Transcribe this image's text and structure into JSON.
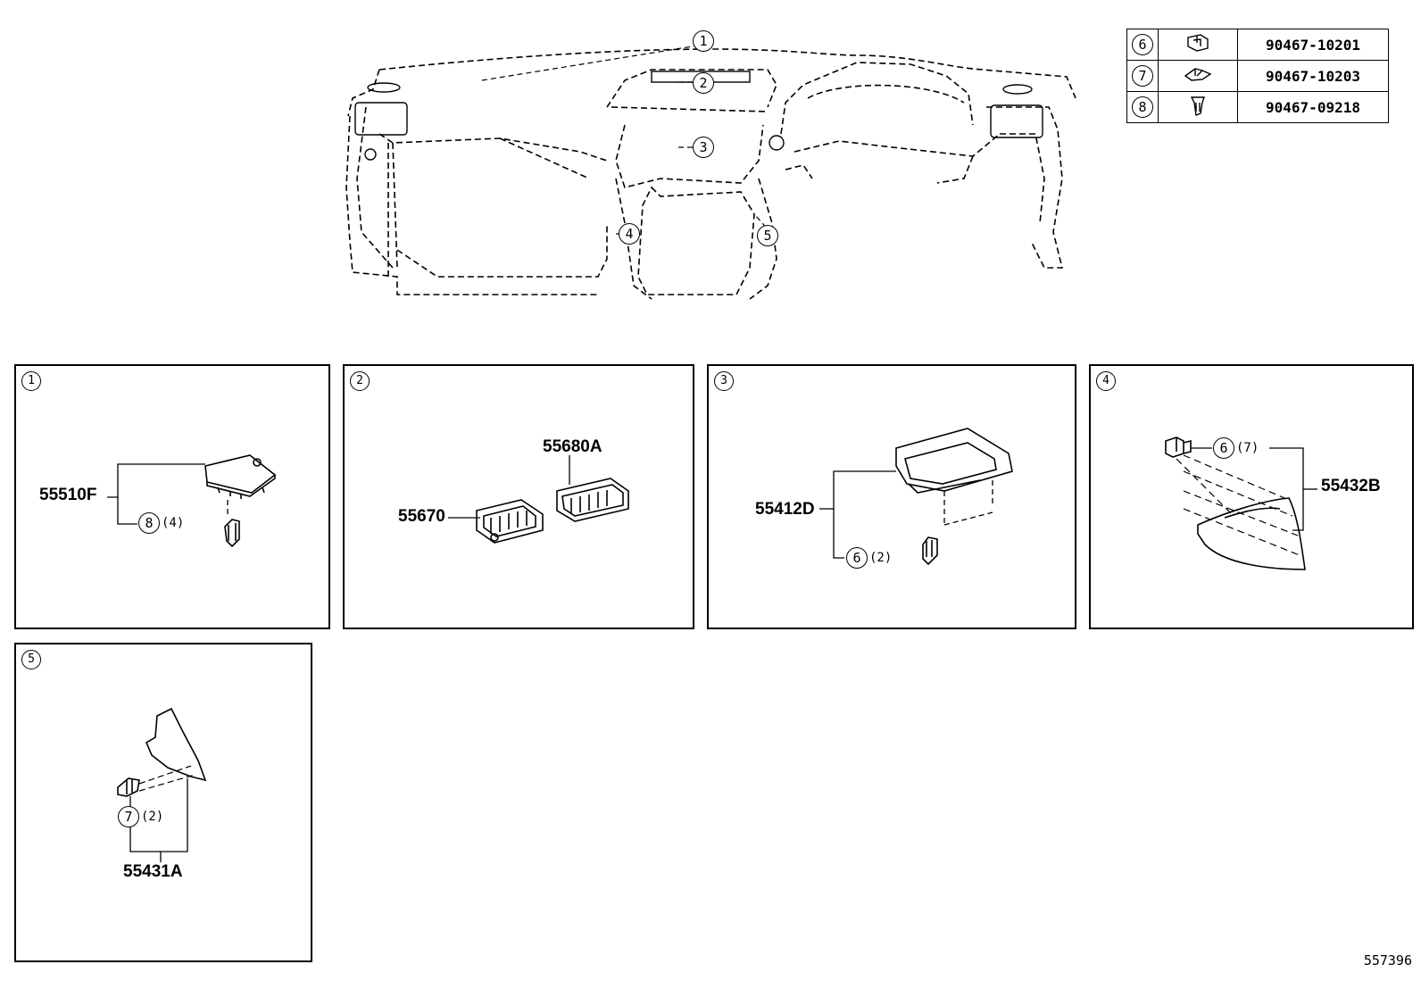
{
  "overview": {
    "callouts": [
      "1",
      "2",
      "3",
      "4",
      "5"
    ]
  },
  "legend": [
    {
      "ref": "6",
      "icon": "clip-icon",
      "part": "90467-10201"
    },
    {
      "ref": "7",
      "icon": "clip-icon",
      "part": "90467-10203"
    },
    {
      "ref": "8",
      "icon": "clip-icon",
      "part": "90467-09218"
    }
  ],
  "panels": {
    "p1": {
      "num": "1",
      "part": "55510F",
      "ref": "8",
      "qty": "(4)"
    },
    "p2": {
      "num": "2",
      "part_a": "55680A",
      "part_b": "55670"
    },
    "p3": {
      "num": "3",
      "part": "55412D",
      "ref": "6",
      "qty": "(2)"
    },
    "p4": {
      "num": "4",
      "part": "55432B",
      "ref": "6",
      "qty": "(7)"
    },
    "p5": {
      "num": "5",
      "part": "55431A",
      "ref": "7",
      "qty": "(2)"
    }
  },
  "footer": {
    "id": "557396"
  }
}
